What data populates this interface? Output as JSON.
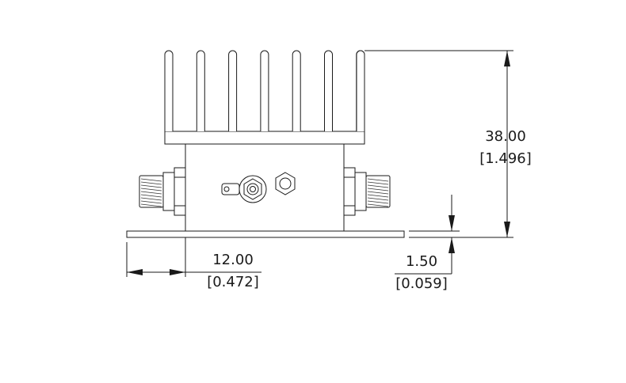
{
  "dimensions": {
    "height": {
      "mm": "38.00",
      "inch": "[1.496]"
    },
    "offset": {
      "mm": "12.00",
      "inch": "[0.472]"
    },
    "thickness": {
      "mm": "1.50",
      "inch": "[0.059]"
    }
  },
  "icons": {
    "heatsink": "heatsink-icon",
    "connector_left": "sma-connector-icon",
    "connector_right": "sma-connector-icon",
    "terminal": "solder-terminal-icon",
    "hex_nut": "hex-nut-icon"
  },
  "colors": {
    "line": "#1a1a1a",
    "background": "#ffffff"
  }
}
